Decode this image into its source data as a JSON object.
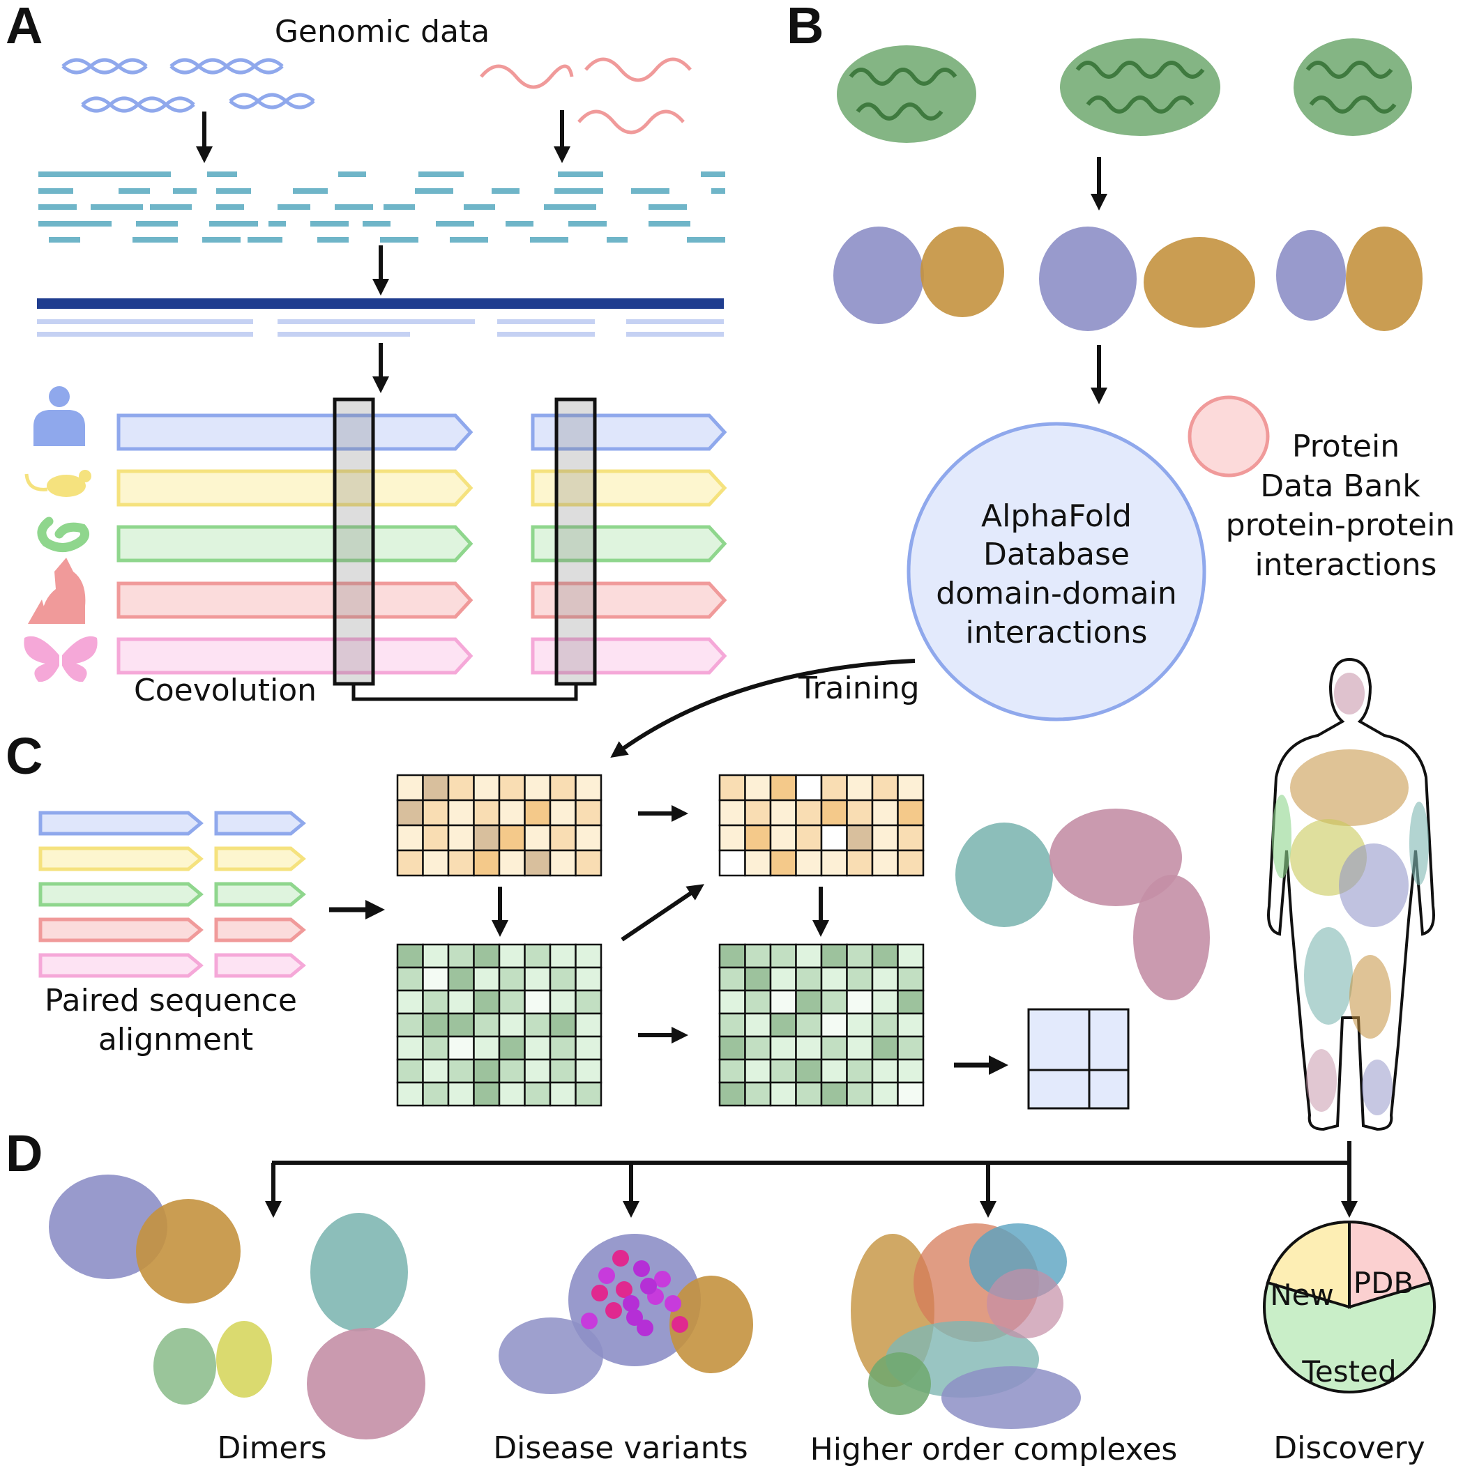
{
  "panels": {
    "a": {
      "letter": "A",
      "genomic_label": "Genomic data",
      "coevolution_label": "Coevolution",
      "organisms": [
        "human-icon",
        "mouse-icon",
        "snake-icon",
        "owl-icon",
        "butterfly-icon"
      ]
    },
    "b": {
      "letter": "B",
      "alphafold_lines": [
        "AlphaFold",
        "Database",
        "domain-domain",
        "interactions"
      ],
      "pdb_lines": [
        "Protein",
        "Data Bank",
        "protein-protein",
        "interactions"
      ],
      "training_label": "Training"
    },
    "c": {
      "letter": "C",
      "paired_lines": [
        "Paired sequence",
        "alignment"
      ]
    },
    "d": {
      "letter": "D",
      "outputs": [
        "Dimers",
        "Disease variants",
        "Higher order complexes",
        "Discovery"
      ],
      "pie": {
        "new": "New",
        "pdb": "PDB",
        "tested": "Tested"
      }
    }
  },
  "colors": {
    "blue": "#8fa8ec",
    "yellow": "#f5e27e",
    "green": "#8fd68d",
    "red": "#f09a9a",
    "pink": "#f5a8d8",
    "read_teal": "#6fb5c8",
    "ref_navy": "#1f3d8f",
    "protein_green": "#6ea86e",
    "protein_purple": "#8d8fc6",
    "protein_orange": "#c4923f",
    "protein_teal": "#7fb7b3",
    "protein_pink": "#c48fa6"
  }
}
